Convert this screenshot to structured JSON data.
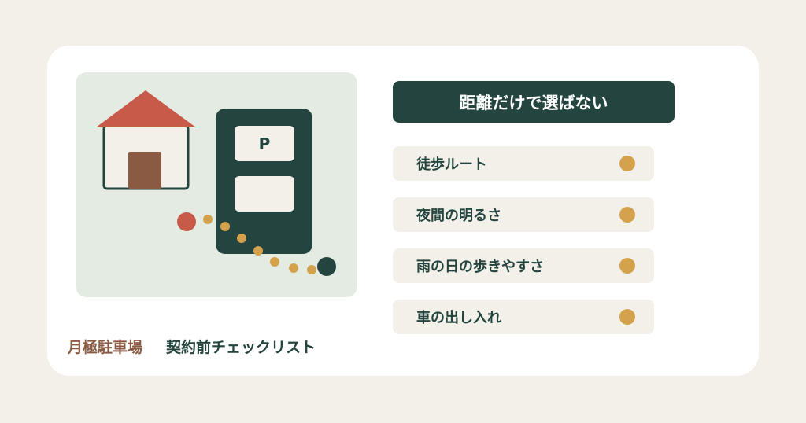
{
  "caption": {
    "category": "月極駐車場",
    "title": "契約前チェックリスト"
  },
  "illustration": {
    "parking_sign": "P",
    "icons": [
      "house-icon",
      "parking-lot-icon",
      "route-path-icon"
    ],
    "colors": {
      "roof": "#c85a4a",
      "door": "#8a5a42",
      "lot": "#24453f",
      "path": "#d4a24c",
      "start": "#c85a4a",
      "end": "#24453f"
    }
  },
  "checklist": {
    "heading": "距離だけで選ばない",
    "items": [
      {
        "label": "徒歩ルート"
      },
      {
        "label": "夜間の明るさ"
      },
      {
        "label": "雨の日の歩きやすさ"
      },
      {
        "label": "車の出し入れ"
      }
    ]
  }
}
